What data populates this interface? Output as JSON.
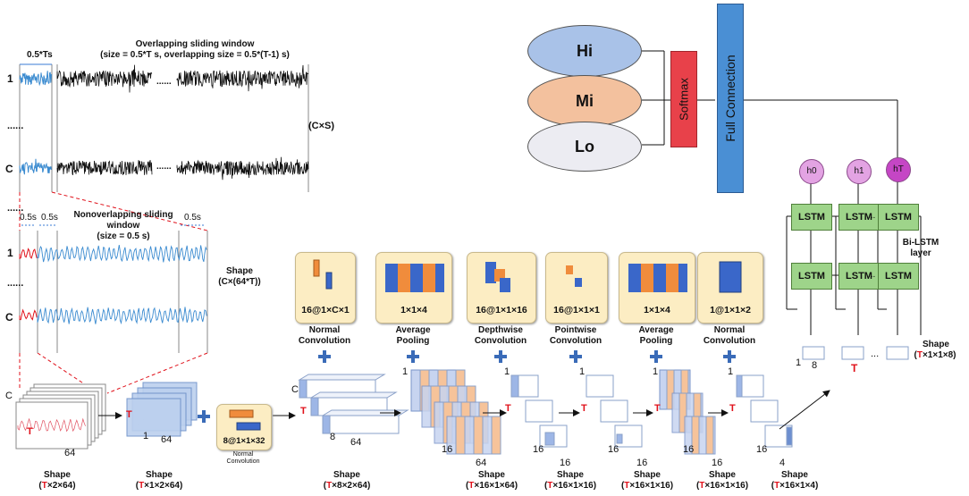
{
  "signal": {
    "half_ts": "0.5*Ts",
    "overlap_title": "Overlapping sliding window",
    "overlap_sub": "(size = 0.5*T s, overlapping size = 0.5*(T-1) s)",
    "row1": "1",
    "rowC": "C",
    "dots": "......",
    "cxs": "(C×S)",
    "w1": "0.5s",
    "w2": "0.5s",
    "w3": "0.5s",
    "nonoverlap_title": "Nonoverlapping sliding",
    "nonoverlap_sub1": "window",
    "nonoverlap_sub2": "(size = 0.5 s)",
    "shape_word": "Shape",
    "shape_val": "(C×(64*T))"
  },
  "outputs": {
    "hi": "Hi",
    "mi": "Mi",
    "lo": "Lo",
    "softmax": "Softmax",
    "fc": "Full Connection",
    "colors": {
      "hi": "#a9c2e8",
      "mi": "#f3c19e",
      "lo": "#ececf2",
      "softmax": "#e8414a",
      "fc": "#4a8fd4"
    }
  },
  "lstm": {
    "h0": "h0",
    "h1": "h1",
    "hT": "hT",
    "cell": "LSTM",
    "layer_label_1": "Bi-LSTM",
    "layer_label_2": "layer",
    "dots": "..."
  },
  "layers": [
    {
      "card": "16@1×C×1",
      "name1": "Normal",
      "name2": "Convolution"
    },
    {
      "card": "1×1×4",
      "name1": "Average",
      "name2": "Pooling"
    },
    {
      "card": "16@1×1×16",
      "name1": "Depthwise",
      "name2": "Convolution"
    },
    {
      "card": "16@1×1×1",
      "name1": "Pointwise",
      "name2": "Convolution"
    },
    {
      "card": "1×1×4",
      "name1": "Average",
      "name2": "Pooling"
    },
    {
      "card": "1@1×1×2",
      "name1": "Normal",
      "name2": "Convolution"
    }
  ],
  "first_conv": {
    "card": "8@1×1×32",
    "name1": "Normal",
    "name2": "Convolution"
  },
  "dims": {
    "C": "C",
    "T": "T",
    "one": "1",
    "n64": "64",
    "n8": "8",
    "n16": "16",
    "n4": "4",
    "dots": "..."
  },
  "shapes": [
    {
      "word": "Shape",
      "pre": "(",
      "t": "T",
      "rest": "×2×64)"
    },
    {
      "word": "Shape",
      "pre": "(",
      "t": "T",
      "rest": "×1×2×64)"
    },
    {
      "word": "Shape",
      "pre": "(",
      "t": "T",
      "rest": "×8×2×64)"
    },
    {
      "word": "Shape",
      "pre": "(",
      "t": "T",
      "rest": "×16×1×64)"
    },
    {
      "word": "Shape",
      "pre": "(",
      "t": "T",
      "rest": "×16×1×16)"
    },
    {
      "word": "Shape",
      "pre": "(",
      "t": "T",
      "rest": "×16×1×16)"
    },
    {
      "word": "Shape",
      "pre": "(",
      "t": "T",
      "rest": "×16×1×16)"
    },
    {
      "word": "Shape",
      "pre": "(",
      "t": "T",
      "rest": "×16×1×4)"
    },
    {
      "word": "Shape",
      "pre": "(",
      "t": "T",
      "rest": "×1×1×8)"
    }
  ]
}
